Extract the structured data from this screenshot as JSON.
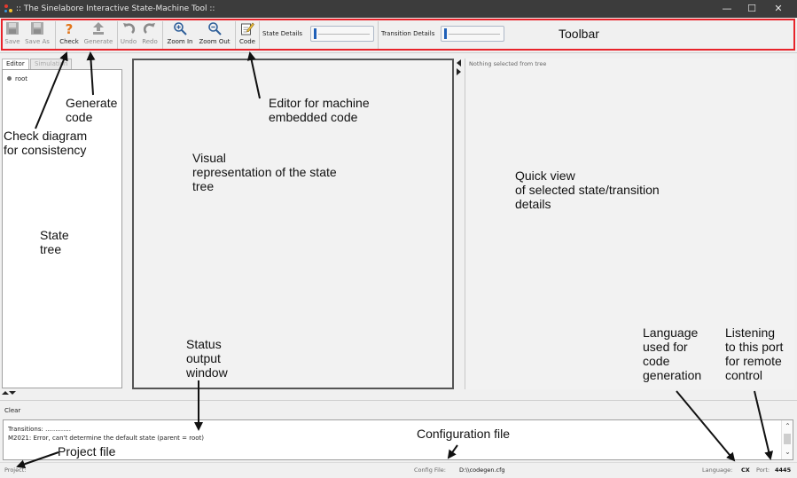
{
  "window": {
    "title": ":: The Sinelabore Interactive State-Machine Tool ::",
    "controls": [
      "—",
      "☐",
      "✕"
    ]
  },
  "toolbar": {
    "buttons": [
      {
        "label": "Save",
        "icon": "save-icon",
        "enabled": false
      },
      {
        "label": "Save As",
        "icon": "save-as-icon",
        "enabled": false
      },
      {
        "label": "Check",
        "icon": "question-mark-icon",
        "enabled": true
      },
      {
        "label": "Generate",
        "icon": "generate-icon",
        "enabled": false
      },
      {
        "label": "Undo",
        "icon": "undo-icon",
        "enabled": false
      },
      {
        "label": "Redo",
        "icon": "redo-icon",
        "enabled": false
      },
      {
        "label": "Zoom In",
        "icon": "zoom-in-icon",
        "enabled": true
      },
      {
        "label": "Zoom Out",
        "icon": "zoom-out-icon",
        "enabled": true
      },
      {
        "label": "Code",
        "icon": "code-editor-icon",
        "enabled": true
      }
    ],
    "state_details_label": "State Details",
    "state_details_level": 0,
    "transition_details_label": "Transition Details",
    "transition_details_level": 0
  },
  "left_panel": {
    "tabs": [
      "Editor",
      "Simulation"
    ],
    "active_tab": "Editor",
    "tree": [
      {
        "label": "root"
      }
    ]
  },
  "details_panel": {
    "empty_text": "Nothing selected from tree"
  },
  "output": {
    "clear_label": "Clear",
    "lines": [
      "Transitions: .............",
      "M2021: Error, can't determine the default state (parent = root)"
    ]
  },
  "status_bar": {
    "project_label": "Project:",
    "project_value": "",
    "config_label": "Config File:",
    "config_value": "D:\\\\codegen.cfg",
    "language_label": "Language:",
    "language_value": "CX",
    "port_label": "Port:",
    "port_value": "4445"
  },
  "annotations": {
    "toolbar": "Toolbar",
    "generate": "Generate\ncode",
    "check": "Check diagram\nfor consistency",
    "editor": "Editor for machine\nembedded code",
    "visual": "Visual\nrepresentation of the state\ntree",
    "quickview": "Quick view\nof selected state/transition\ndetails",
    "state_tree": "State\ntree",
    "status_output": "Status\noutput\nwindow",
    "language": "Language\nused for\ncode\ngeneration",
    "listening": "Listening\nto this port\nfor remote\ncontrol",
    "config": "Configuration file",
    "project": "Project file"
  },
  "colors": {
    "annotation_box": "#e8232a",
    "slider_thumb": "#2060b8",
    "title_bar": "#3c3c3c"
  }
}
